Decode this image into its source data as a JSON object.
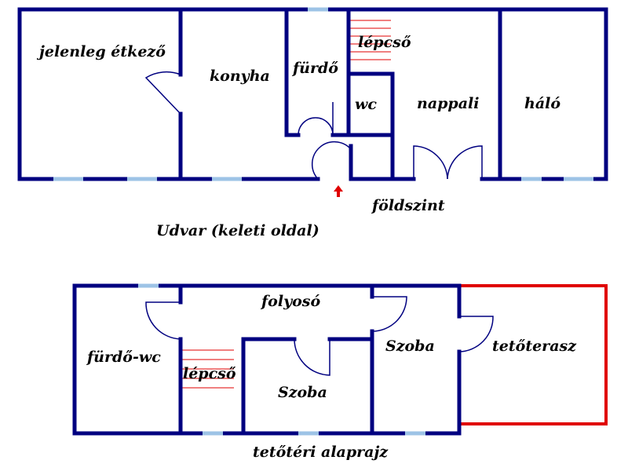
{
  "ground_floor": {
    "title": "földszint",
    "rooms": {
      "dining": "jelenleg étkező",
      "kitchen": "konyha",
      "bathroom": "fürdő",
      "stairs": "lépcső",
      "wc": "wc",
      "living_room": "nappali",
      "bedroom": "háló"
    },
    "courtyard": "Udvar (keleti oldal)"
  },
  "attic_floor": {
    "title": "tetőtéri alaprajz",
    "rooms": {
      "bath_wc": "fürdő-wc",
      "corridor": "folyosó",
      "stairs": "lépcső",
      "room_middle": "Szoba",
      "room_right": "Szoba",
      "roof_terrace": "tetőterasz"
    }
  },
  "colors": {
    "wall": "#000080",
    "window": "#9dc3e6",
    "stairs": "#e00000",
    "terrace_outline": "#e00000",
    "entrance_arrow": "#e00000"
  },
  "icons": {
    "entrance": "up-arrow-icon"
  }
}
